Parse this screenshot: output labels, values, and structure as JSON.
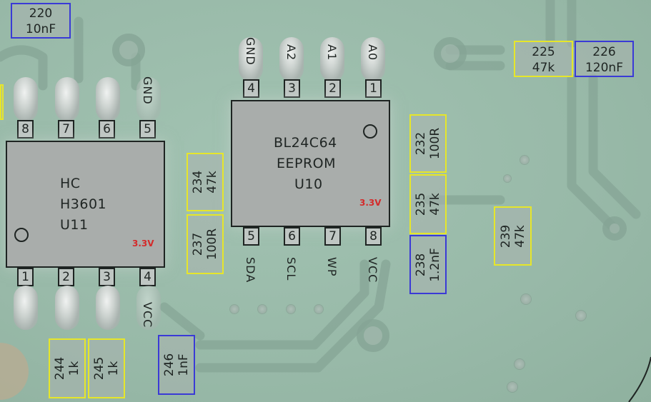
{
  "board": {
    "colors": {
      "soldermask": "#97b8a8",
      "chip_body": "#a9adab",
      "resistor_outline": "#e6e62a",
      "capacitor_outline": "#3a3ad6",
      "voltage_label": "#d42a2a"
    }
  },
  "chips": [
    {
      "id": "U11",
      "lines": [
        "HC",
        "H3601",
        "U11"
      ],
      "voltage": "3.3V",
      "top_pins": [
        {
          "num": "8",
          "name": ""
        },
        {
          "num": "7",
          "name": ""
        },
        {
          "num": "6",
          "name": ""
        },
        {
          "num": "5",
          "name": "GND"
        }
      ],
      "bottom_pins": [
        {
          "num": "1",
          "name": ""
        },
        {
          "num": "2",
          "name": ""
        },
        {
          "num": "3",
          "name": ""
        },
        {
          "num": "4",
          "name": "VCC"
        }
      ]
    },
    {
      "id": "U10",
      "lines": [
        "BL24C64",
        "EEPROM",
        "U10"
      ],
      "voltage": "3.3V",
      "top_pins": [
        {
          "num": "4",
          "name": "GND"
        },
        {
          "num": "3",
          "name": "A2"
        },
        {
          "num": "2",
          "name": "A1"
        },
        {
          "num": "1",
          "name": "A0"
        }
      ],
      "bottom_pins": [
        {
          "num": "5",
          "name": "SDA"
        },
        {
          "num": "6",
          "name": "SCL"
        },
        {
          "num": "7",
          "name": "WP"
        },
        {
          "num": "8",
          "name": "VCC"
        }
      ]
    }
  ],
  "components": [
    {
      "ref": "220",
      "value": "10nF",
      "type": "capacitor"
    },
    {
      "ref": "225",
      "value": "47k",
      "type": "resistor"
    },
    {
      "ref": "226",
      "value": "120nF",
      "type": "capacitor"
    },
    {
      "ref": "232",
      "value": "100R",
      "type": "resistor"
    },
    {
      "ref": "234",
      "value": "47k",
      "type": "resistor"
    },
    {
      "ref": "235",
      "value": "47k",
      "type": "resistor"
    },
    {
      "ref": "237",
      "value": "100R",
      "type": "resistor"
    },
    {
      "ref": "238",
      "value": "1.2nF",
      "type": "capacitor"
    },
    {
      "ref": "239",
      "value": "47k",
      "type": "resistor"
    },
    {
      "ref": "244",
      "value": "1k",
      "type": "resistor"
    },
    {
      "ref": "245",
      "value": "1k",
      "type": "resistor"
    },
    {
      "ref": "246",
      "value": "1nF",
      "type": "capacitor"
    }
  ]
}
